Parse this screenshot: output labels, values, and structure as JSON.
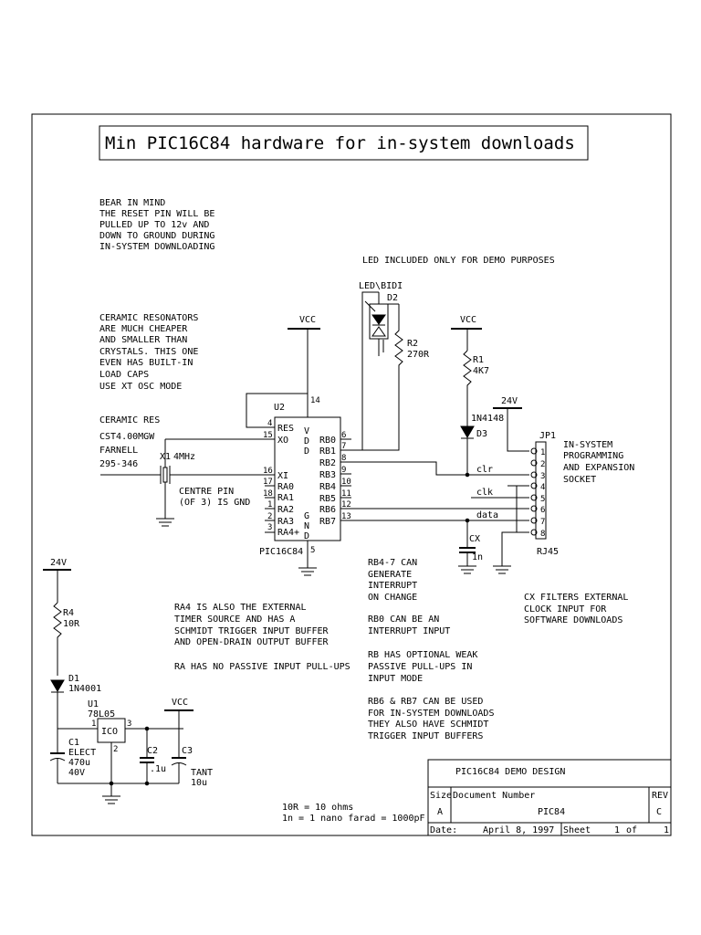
{
  "title": "Min PIC16C84 hardware for in-system downloads",
  "notes": {
    "reset": [
      "BEAR IN MIND",
      "THE RESET PIN WILL BE",
      "PULLED UP TO 12v AND",
      "DOWN TO GROUND DURING",
      "IN-SYSTEM DOWNLOADING"
    ],
    "led": "LED INCLUDED ONLY FOR DEMO PURPOSES",
    "resonator": [
      "CERAMIC RESONATORS",
      "ARE MUCH CHEAPER",
      "AND SMALLER THAN",
      "CRYSTALS. THIS ONE",
      "EVEN HAS BUILT-IN",
      "LOAD CAPS",
      "USE XT OSC MODE"
    ],
    "res_part": [
      "CERAMIC RES",
      "CST4.00MGW",
      "FARNELL",
      "295-346"
    ],
    "centre_pin": [
      "CENTRE PIN",
      "(OF 3) IS GND"
    ],
    "rb_interrupt": [
      "RB4-7 CAN",
      "GENERATE",
      "INTERRUPT",
      "ON CHANGE"
    ],
    "rb0": [
      "RB0 CAN BE AN",
      "INTERRUPT INPUT"
    ],
    "rb_pullups": [
      "RB HAS OPTIONAL WEAK",
      "PASSIVE PULL-UPS IN",
      "INPUT MODE"
    ],
    "rb67": [
      "RB6 & RB7 CAN BE USED",
      "FOR IN-SYSTEM DOWNLOADS",
      "THEY ALSO HAVE SCHMIDT",
      "TRIGGER INPUT BUFFERS"
    ],
    "ra4": [
      "RA4 IS ALSO THE EXTERNAL",
      "TIMER SOURCE AND HAS A",
      "SCHMIDT TRIGGER INPUT BUFFER",
      "AND OPEN-DRAIN OUTPUT BUFFER"
    ],
    "ra_pullups": "RA HAS NO PASSIVE INPUT PULL-UPS",
    "cx": [
      "CX FILTERS EXTERNAL",
      "CLOCK INPUT FOR",
      "SOFTWARE DOWNLOADS"
    ],
    "isp": [
      "IN-SYSTEM",
      "PROGRAMMING",
      "AND EXPANSION",
      "SOCKET"
    ],
    "units": [
      "10R = 10 ohms",
      "1n = 1 nano farad = 1000pF"
    ]
  },
  "components": {
    "u2": {
      "ref": "U2",
      "part": "PIC16C84"
    },
    "d2": {
      "ref": "D2",
      "label": "LED\\BIDI"
    },
    "r2": {
      "ref": "R2",
      "value": "270R"
    },
    "r1": {
      "ref": "R1",
      "value": "4K7"
    },
    "d3": {
      "ref": "D3",
      "value": "1N4148"
    },
    "x1": {
      "ref": "X1",
      "value": "4MHz"
    },
    "jp1": {
      "ref": "JP1",
      "part": "RJ45"
    },
    "cx": {
      "ref": "CX",
      "value": "1n"
    },
    "r4": {
      "ref": "R4",
      "value": "10R"
    },
    "d1": {
      "ref": "D1",
      "value": "1N4001"
    },
    "u1": {
      "ref": "U1",
      "part": "78L05",
      "body": "ICO"
    },
    "c1": {
      "ref": "C1",
      "type": "ELECT",
      "value": "470u",
      "voltage": "40V"
    },
    "c2": {
      "ref": "C2",
      "value": ".1u"
    },
    "c3": {
      "ref": "C3",
      "type": "TANT",
      "value": "10u"
    }
  },
  "nets": {
    "vcc": "VCC",
    "v24": "24V",
    "clr": "clr",
    "clk": "clk",
    "data": "data"
  },
  "pic_pins_left": [
    "RES",
    "XO",
    "XI",
    "RA0",
    "RA1",
    "RA2",
    "RA3",
    "RA4+"
  ],
  "pic_pin_nums_left": [
    "4",
    "15",
    "16",
    "17",
    "18",
    "1",
    "2",
    "3"
  ],
  "pic_pins_right": [
    "RB0",
    "RB1",
    "RB2",
    "RB3",
    "RB4",
    "RB5",
    "RB6",
    "RB7"
  ],
  "pic_pin_nums_right": [
    "6",
    "7",
    "8",
    "9",
    "10",
    "11",
    "12",
    "13"
  ],
  "pic_power": {
    "vdd": [
      "V",
      "D",
      "D"
    ],
    "gnd": [
      "G",
      "N",
      "D"
    ],
    "vdd_pin": "14",
    "gnd_pin": "5"
  },
  "jp1_pins": [
    "1",
    "2",
    "3",
    "4",
    "5",
    "6",
    "7",
    "8"
  ],
  "u1_pins": [
    "1",
    "3",
    "2"
  ],
  "title_block": {
    "title": "PIC16C84 DEMO DESIGN",
    "size_label": "Size",
    "size": "A",
    "docnum_label": "Document Number",
    "docnum": "PIC84",
    "rev_label": "REV",
    "rev": "C",
    "date_label": "Date:",
    "date": "April  8, 1997",
    "sheet_label": "Sheet",
    "sheet": "1",
    "of_label": "of",
    "of": "1"
  }
}
